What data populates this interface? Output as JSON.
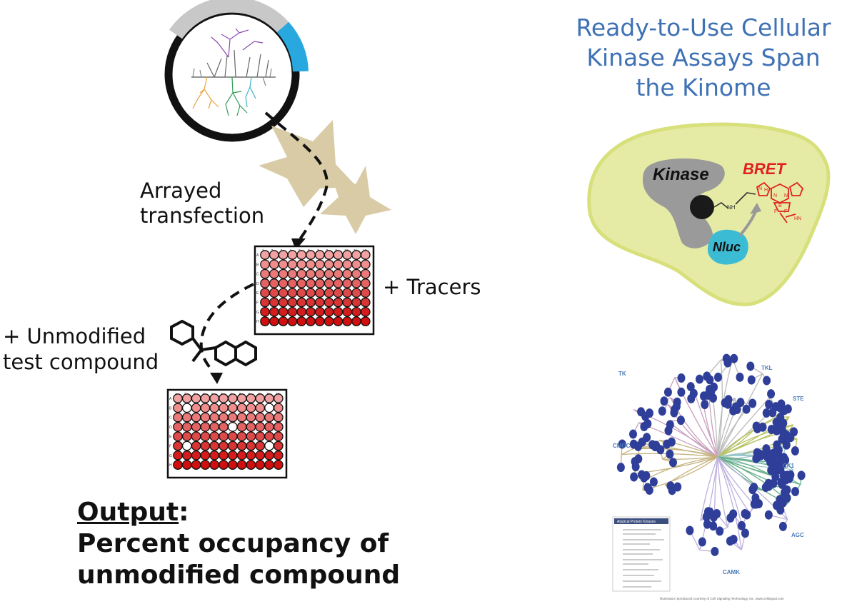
{
  "title": "Ready-to-Use Cellular Kinase Assays Span the Kinome",
  "steps": {
    "transfection_label": [
      "Arrayed",
      "transfection"
    ],
    "tracers_label": "+ Tracers",
    "compound_label": [
      "+ Unmodified",
      "test compound"
    ]
  },
  "output": {
    "heading": "Output",
    "colon": ":",
    "lines": [
      "Percent occupancy of",
      "unmodified compound"
    ]
  },
  "cell": {
    "kinase_label": "Kinase",
    "bret_label": "BRET",
    "nluc_label": "Nluc",
    "atoms": [
      "N",
      "H",
      "N",
      "B",
      "F",
      "F",
      "N",
      "HN"
    ]
  },
  "kinome_tree": {
    "groups": [
      "TK",
      "TKL",
      "STE",
      "CK1",
      "CMGC",
      "AGC",
      "CAMK"
    ],
    "legend_title": "Atypical Protein Kinases",
    "credit": "Illustration reproduced courtesy of Cell Signaling Technology, Inc. www.cellsignal.com"
  },
  "plate": {
    "columns": [
      "1",
      "2",
      "3",
      "4",
      "5",
      "6",
      "7",
      "8",
      "9",
      "10",
      "11",
      "12"
    ],
    "rows": [
      "A",
      "B",
      "C",
      "D",
      "E",
      "F",
      "G",
      "H"
    ],
    "row_colors": [
      "#f2a2a2",
      "#f08e8e",
      "#ea7a7a",
      "#e46262",
      "#de4a4a",
      "#d83434",
      "#d41c1c",
      "#d10f0f"
    ]
  },
  "colors": {
    "title": "#3f72b5",
    "plasmid_gray": "#c8c8c8",
    "plasmid_blue": "#29a8df",
    "cell_fill": "#e5eba4",
    "cell_stroke": "#d7e07a",
    "kinase_gray": "#9a9a9a",
    "nluc": "#3cbcd4",
    "bret": "#e02020",
    "star_fill": "#d8cba6",
    "kinome_dot": "#2f3f99"
  }
}
